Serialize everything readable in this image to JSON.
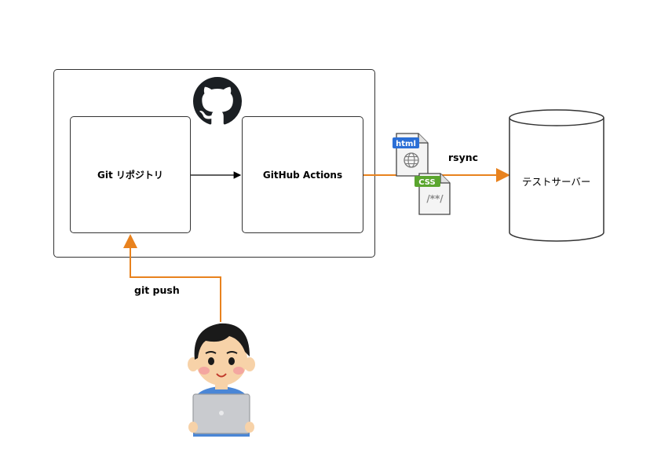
{
  "nodes": {
    "repo": "Git リポジトリ",
    "actions": "GitHub Actions",
    "server": "テストサーバー"
  },
  "edges": {
    "push": "git push",
    "rsync": "rsync"
  },
  "file_icons": {
    "html": "html",
    "css": "CSS",
    "css_comment": "/**/"
  },
  "icons": [
    "github-logo",
    "html-file-icon",
    "css-file-icon",
    "developer-with-laptop-illustration"
  ],
  "colors": {
    "arrow_orange": "#e8821e",
    "html_tag": "#2b6fd6",
    "css_tag": "#5aa52e",
    "border": "#333333"
  }
}
